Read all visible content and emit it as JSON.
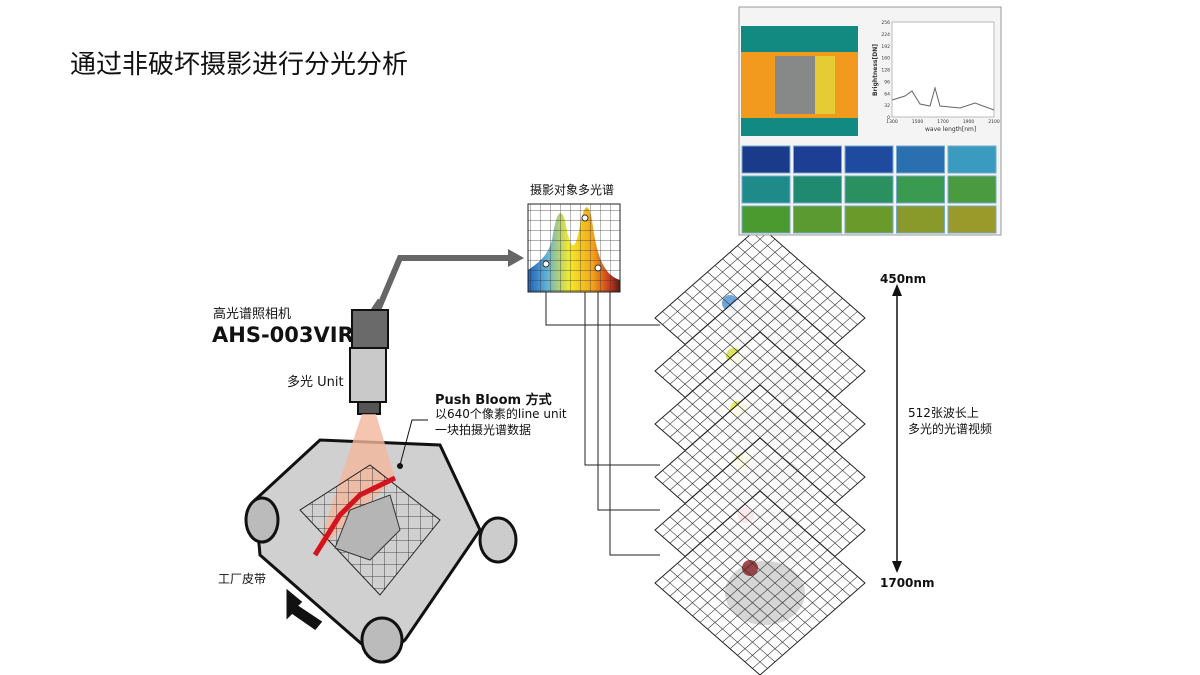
{
  "title": "通过非破坏摄影进行分光分析",
  "camera": {
    "label": "高光谱照相机",
    "model": "AHS-003VIR",
    "unit": "多光 Unit"
  },
  "push_broom": {
    "title": "Push Bloom 方式",
    "line1": "以640个像素的line  unit",
    "line2": "一块拍摄光谱数据"
  },
  "belt_label": "工厂皮带",
  "spectrum_title": "摄影对象多光谱",
  "wavelength": {
    "top": "450nm",
    "bottom": "1700nm",
    "desc_line1": "512张波长上",
    "desc_line2": "多光的光谱视频"
  },
  "inset": {
    "y_label": "Brightness[DN]",
    "x_label": "wave length[nm]",
    "y_ticks": [
      "0",
      "32",
      "64",
      "96",
      "128",
      "160",
      "192",
      "224",
      "256"
    ],
    "x_ticks": [
      "1300",
      "1500",
      "1700",
      "1900",
      "2100"
    ]
  },
  "colors": {
    "red_line": "#d2141e",
    "beam": "#f4b79c",
    "teal": "#128a82",
    "orange": "#f29a1e"
  }
}
